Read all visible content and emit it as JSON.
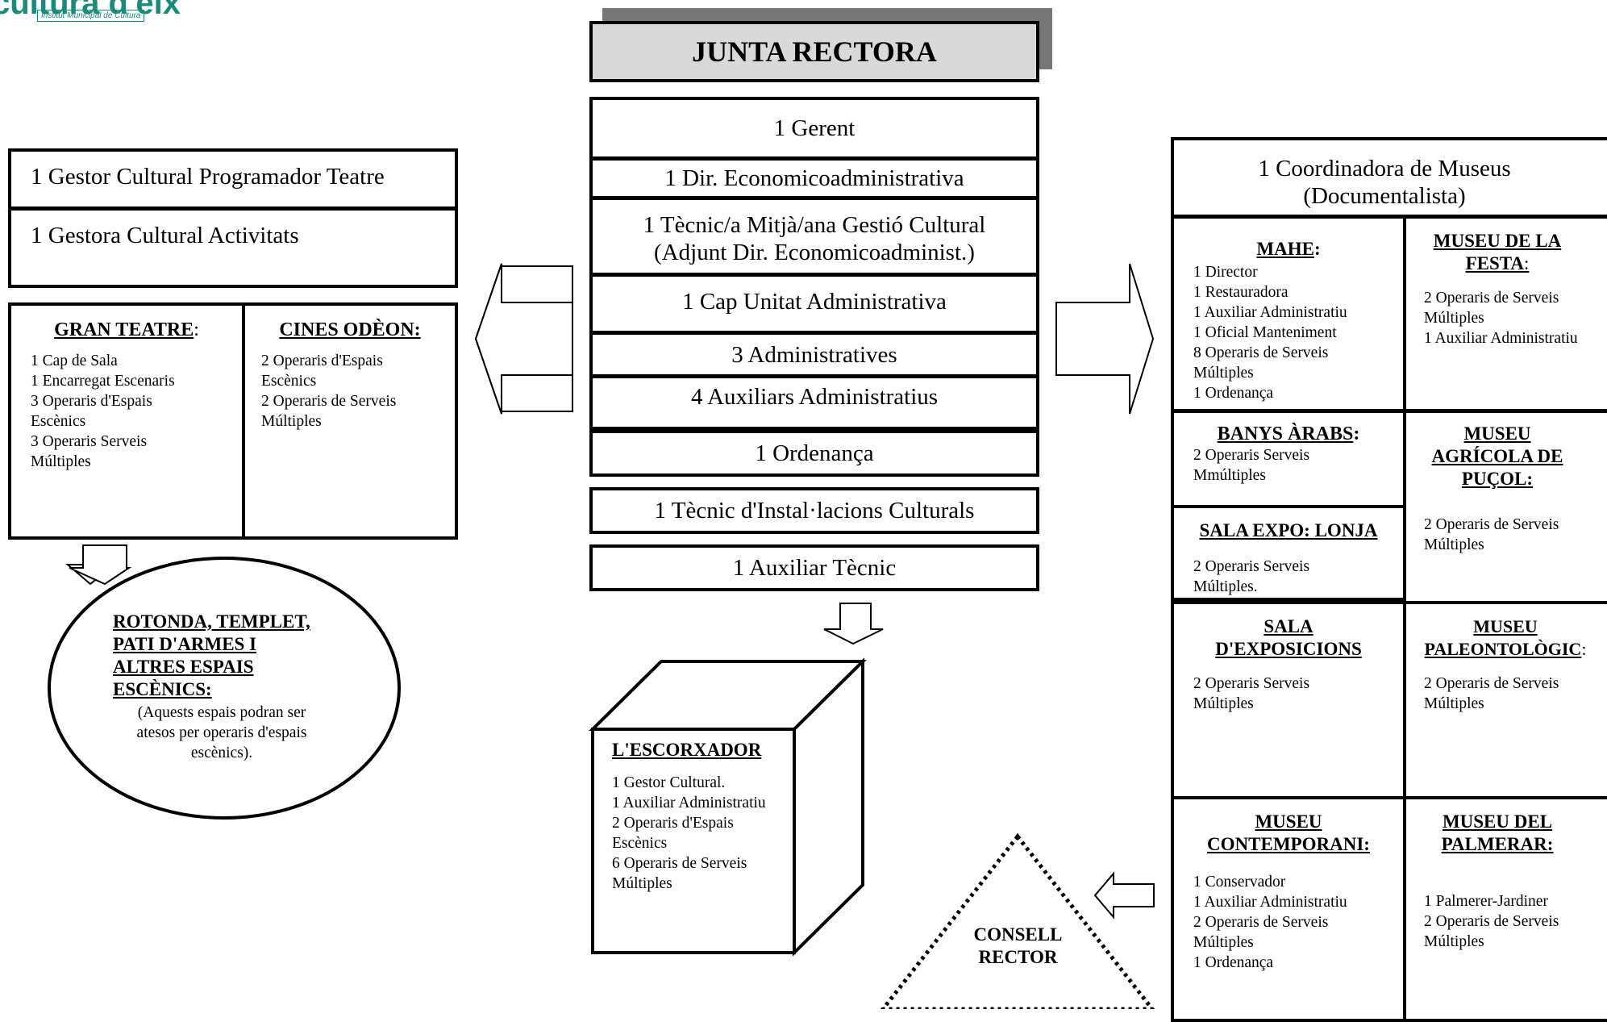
{
  "logo": {
    "text": "cultura d'elx",
    "subtitle": "Institut Municipal de Cultura",
    "color": "#1a8a7a"
  },
  "center": {
    "title": "JUNTA RECTORA",
    "items": [
      "1 Gerent",
      "1 Dir. Economicoadministrativa",
      "1 Tècnic/a Mitjà/ana Gestió Cultural",
      "(Adjunt Dir. Economicoadminist.)",
      "1 Cap Unitat Administrativa",
      "3 Administratives",
      "4 Auxiliars Administratius",
      "1 Ordenança",
      "1 Tècnic d'Instal·lacions Culturals",
      "1 Auxiliar Tècnic"
    ]
  },
  "left": {
    "programmer": "1 Gestor Cultural Programador Teatre",
    "activities": "1 Gestora Cultural Activitats",
    "gran_teatre": {
      "title": "GRAN TEATRE",
      "suffix": ":",
      "lines": [
        "1 Cap de Sala",
        "1 Encarregat Escenaris",
        "3 Operaris d'Espais",
        "Escènics",
        "3 Operaris Serveis",
        "Múltiples"
      ]
    },
    "cines": {
      "title": "CINES ODÈON:",
      "lines": [
        "2 Operaris d'Espais",
        "Escènics",
        "2 Operaris de Serveis",
        "Múltiples"
      ]
    },
    "rotonda": {
      "title_lines": [
        "ROTONDA, TEMPLET,",
        "PATI D'ARMES I",
        "ALTRES ESPAIS",
        "ESCÈNICS"
      ],
      "title_suffix": ":",
      "note_lines": [
        "(Aquests espais podran ser",
        "atesos per operaris d'espais",
        "escènics)."
      ]
    }
  },
  "escorxador": {
    "title": "L'ESCORXADOR",
    "lines": [
      "1 Gestor Cultural.",
      "1 Auxiliar Administratiu",
      "2 Operaris d'Espais",
      "Escènics",
      "6 Operaris de Serveis",
      "Múltiples"
    ]
  },
  "consell": {
    "lines": [
      "CONSELL",
      "RECTOR"
    ]
  },
  "right": {
    "coordinator": [
      "1 Coordinadora de Museus",
      "(Documentalista)"
    ],
    "mahe": {
      "title": "MAHE",
      "suffix": ":",
      "lines": [
        "1 Director",
        "1 Restauradora",
        "1 Auxiliar Administratiu",
        "1 Oficial Manteniment",
        "8 Operaris de Serveis",
        "Múltiples",
        "1 Ordenança"
      ]
    },
    "festa": {
      "title_lines": [
        "MUSEU DE LA",
        "FESTA"
      ],
      "suffix": ":",
      "lines": [
        "2 Operaris de Serveis",
        "Múltiples",
        "1 Auxiliar Administratiu"
      ]
    },
    "banys": {
      "title": "BANYS ÀRABS",
      "suffix": ":",
      "lines": [
        "2 Operaris Serveis",
        "Mmúltiples"
      ]
    },
    "agricola": {
      "title_lines": [
        "MUSEU",
        "AGRÍCOLA DE",
        "PUÇOL:"
      ],
      "lines": [
        "2 Operaris de Serveis",
        "Múltiples"
      ]
    },
    "lonja": {
      "title": "SALA EXPO: LONJA",
      "lines": [
        "2 Operaris Serveis",
        "Múltiples."
      ]
    },
    "sala_exp": {
      "title_lines": [
        "SALA",
        "D'EXPOSICIONS"
      ],
      "lines": [
        "2 Operaris Serveis",
        "Múltiples"
      ]
    },
    "paleo": {
      "title_lines": [
        "MUSEU",
        "PALEONTOLÒGIC"
      ],
      "suffix": ":",
      "lines": [
        "2 Operaris de Serveis",
        "Múltiples"
      ]
    },
    "contemporani": {
      "title_lines": [
        "MUSEU",
        "CONTEMPORANI:"
      ],
      "lines": [
        "1 Conservador",
        "1 Auxiliar Administratiu",
        "2 Operaris de Serveis",
        "Múltiples",
        "1 Ordenança"
      ]
    },
    "palmerar": {
      "title_lines": [
        "MUSEU DEL",
        "PALMERAR:"
      ],
      "lines": [
        "1 Palmerer-Jardiner",
        "2 Operaris de Serveis",
        "Múltiples"
      ]
    }
  }
}
